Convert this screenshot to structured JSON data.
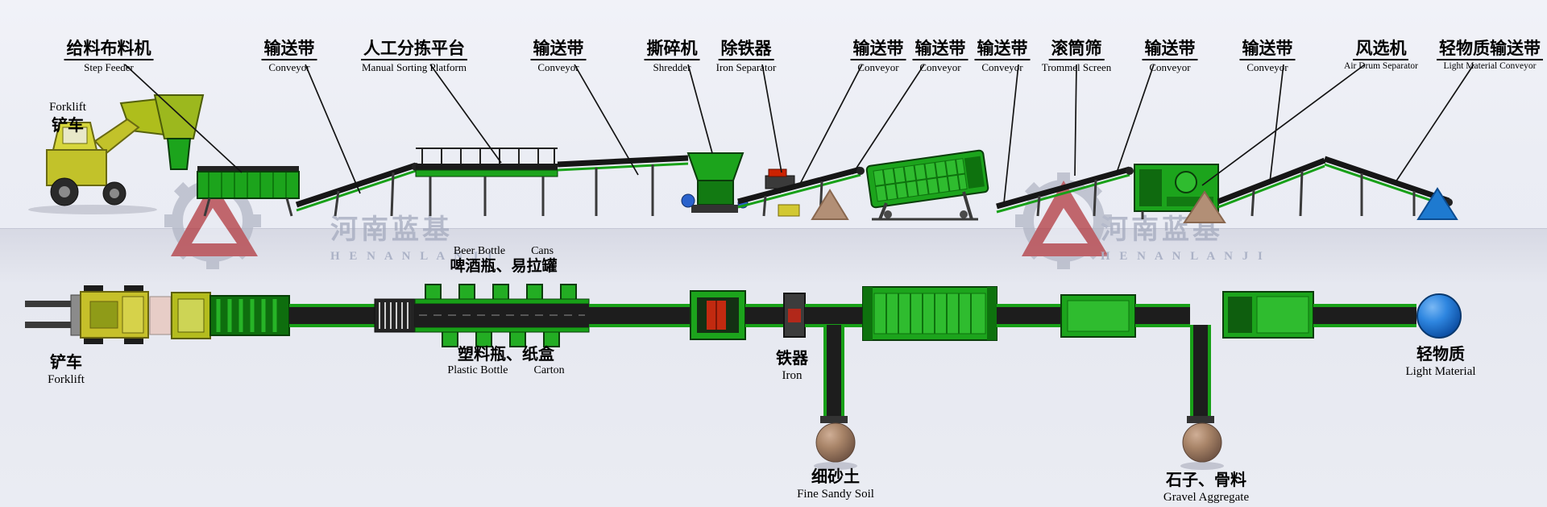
{
  "watermark": {
    "zh": "河南蓝基",
    "en": "H E N A N L A N J I"
  },
  "top_labels": [
    {
      "zh": "给料布料机",
      "en": "Step Feeder"
    },
    {
      "zh": "输送带",
      "en": "Conveyor"
    },
    {
      "zh": "人工分拣平台",
      "en": "Manual Sorting Platform"
    },
    {
      "zh": "输送带",
      "en": "Conveyor"
    },
    {
      "zh": "撕碎机",
      "en": "Shredder"
    },
    {
      "zh": "除铁器",
      "en": "Iron Separator"
    },
    {
      "zh": "输送带",
      "en": "Conveyor"
    },
    {
      "zh": "输送带",
      "en": "Conveyor"
    },
    {
      "zh": "输送带",
      "en": "Conveyor"
    },
    {
      "zh": "滚筒筛",
      "en": "Trommel Screen"
    },
    {
      "zh": "输送带",
      "en": "Conveyor"
    },
    {
      "zh": "输送带",
      "en": "Conveyor"
    },
    {
      "zh": "风选机",
      "en": "Air Drum Separator"
    },
    {
      "zh": "轻物质输送带",
      "en": "Light Material Conveyor"
    }
  ],
  "forklift_top_label": {
    "en": "Forklift",
    "zh": "铲车"
  },
  "bottom_labels": {
    "forklift_zh": "铲车",
    "forklift_en": "Forklift",
    "beer_bottle": "Beer Bottle",
    "cans": "Cans",
    "beer_cans_zh": "啤酒瓶、易拉罐",
    "plastic_carton_zh": "塑料瓶、纸盒",
    "plastic_bottle": "Plastic Bottle",
    "carton": "Carton",
    "iron_zh": "铁器",
    "iron_en": "Iron",
    "fine_sandy_zh": "细砂土",
    "fine_sandy_en": "Fine Sandy Soil",
    "gravel_zh": "石子、骨料",
    "gravel_en": "Gravel Aggregate",
    "light_zh": "轻物质",
    "light_en": "Light Material"
  },
  "colors": {
    "machine_green": "#1ca41c",
    "machine_green_light": "#2fbc2f",
    "machine_green_dark": "#0e720e",
    "belt_dark": "#1d1d1d",
    "forklift_yellow": "#c6c02a",
    "pile_tan": "#b28f76",
    "sphere_brown": "#a88468",
    "sphere_blue": "#2e86e0",
    "cone_blue": "#1e7ad0",
    "watermark_red": "#b23a40",
    "watermark_gray": "#a4aabe",
    "background": "#eaecf3"
  }
}
